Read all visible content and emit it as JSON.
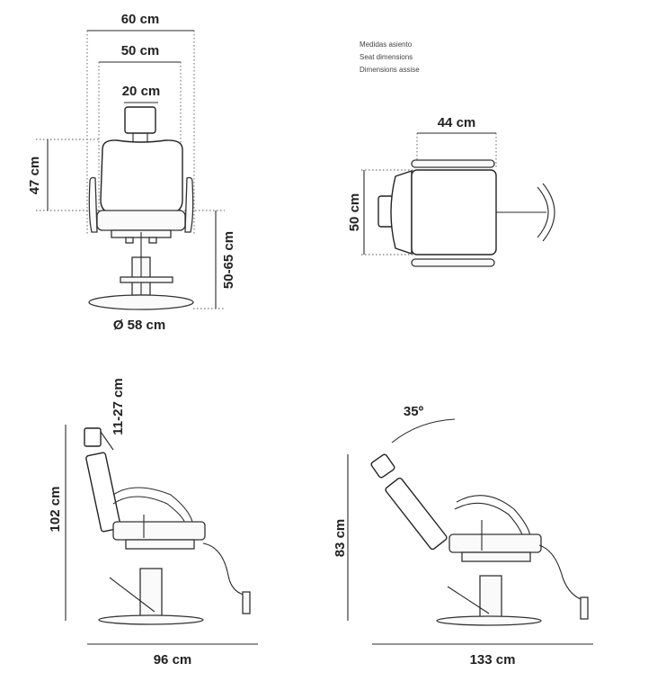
{
  "seat_note": {
    "line1": "Medidas asiento",
    "line2": "Seat dimensions",
    "line3": "Dimensions assise"
  },
  "front_view": {
    "width_outer": "60 cm",
    "width_inner": "50 cm",
    "headrest_width": "20 cm",
    "backrest_height": "47 cm",
    "seat_height": "50-65 cm",
    "base_diameter": "Ø 58 cm"
  },
  "top_view": {
    "seat_width": "44 cm",
    "seat_depth": "50 cm"
  },
  "side_view": {
    "headrest_travel": "11-27 cm",
    "total_height": "102 cm",
    "total_length": "96 cm"
  },
  "reclined_view": {
    "recline_angle": "35º",
    "total_height": "83 cm",
    "total_length": "133 cm"
  }
}
